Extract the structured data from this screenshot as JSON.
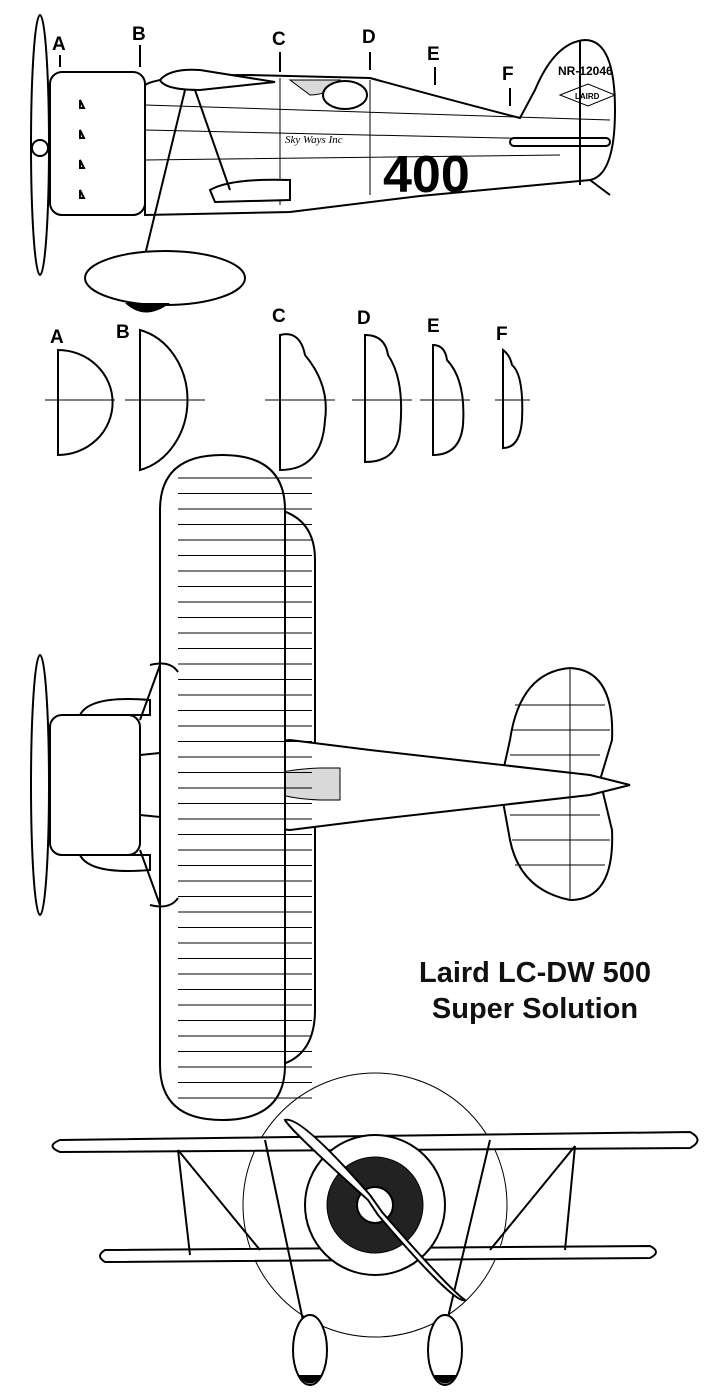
{
  "title": {
    "line1": "Laird LC-DW 500",
    "line2": "Super Solution"
  },
  "station_labels": [
    "A",
    "B",
    "C",
    "D",
    "E",
    "F"
  ],
  "section_labels": [
    "A",
    "B",
    "C",
    "D",
    "E",
    "F"
  ],
  "aircraft_markings": {
    "registration": "NR-12046",
    "race_number": "400",
    "owner_script": "Sky Ways Inc",
    "tail_logo": "LAIRD"
  },
  "colors": {
    "line": "#000000",
    "canopy_fill": "#d9d9d9",
    "background": "#ffffff"
  }
}
